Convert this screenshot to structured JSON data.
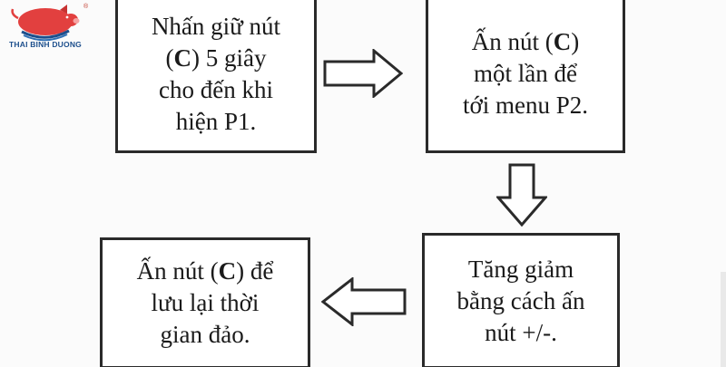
{
  "logo": {
    "brand_text": "THAI BINH DUONG",
    "registered_mark": "®",
    "icon": "pig-logo-icon",
    "colors": {
      "primary": "#e2403f",
      "text": "#1d4f8c"
    }
  },
  "steps": [
    {
      "lines": [
        {
          "parts": [
            {
              "text": "Nhấn giữ nút",
              "bold": false
            }
          ]
        },
        {
          "parts": [
            {
              "text": "(",
              "bold": false
            },
            {
              "text": "C",
              "bold": true
            },
            {
              "text": ") 5 giây",
              "bold": false
            }
          ]
        },
        {
          "parts": [
            {
              "text": "cho đến khi",
              "bold": false
            }
          ]
        },
        {
          "parts": [
            {
              "text": "hiện P1.",
              "bold": false
            }
          ]
        }
      ]
    },
    {
      "lines": [
        {
          "parts": [
            {
              "text": "Ấn nút (",
              "bold": false
            },
            {
              "text": "C",
              "bold": true
            },
            {
              "text": ")",
              "bold": false
            }
          ]
        },
        {
          "parts": [
            {
              "text": "một lần để",
              "bold": false
            }
          ]
        },
        {
          "parts": [
            {
              "text": "tới menu P2.",
              "bold": false
            }
          ]
        }
      ]
    },
    {
      "lines": [
        {
          "parts": [
            {
              "text": "Tăng giảm",
              "bold": false
            }
          ]
        },
        {
          "parts": [
            {
              "text": "bằng cách ấn",
              "bold": false
            }
          ]
        },
        {
          "parts": [
            {
              "text": "nút +/-.",
              "bold": false
            }
          ]
        }
      ]
    },
    {
      "lines": [
        {
          "parts": [
            {
              "text": "Ấn nút (",
              "bold": false
            },
            {
              "text": "C",
              "bold": true
            },
            {
              "text": ")  để",
              "bold": false
            }
          ]
        },
        {
          "parts": [
            {
              "text": "lưu lại thời",
              "bold": false
            }
          ]
        },
        {
          "parts": [
            {
              "text": "gian đảo.",
              "bold": false
            }
          ]
        }
      ]
    }
  ],
  "arrows": [
    {
      "direction": "right",
      "from": 1,
      "to": 2
    },
    {
      "direction": "down",
      "from": 2,
      "to": 3
    },
    {
      "direction": "left",
      "from": 3,
      "to": 4
    }
  ],
  "colors": {
    "border": "#2a2a2a",
    "text": "#1a1a1a",
    "background": "#fbfbfb"
  }
}
